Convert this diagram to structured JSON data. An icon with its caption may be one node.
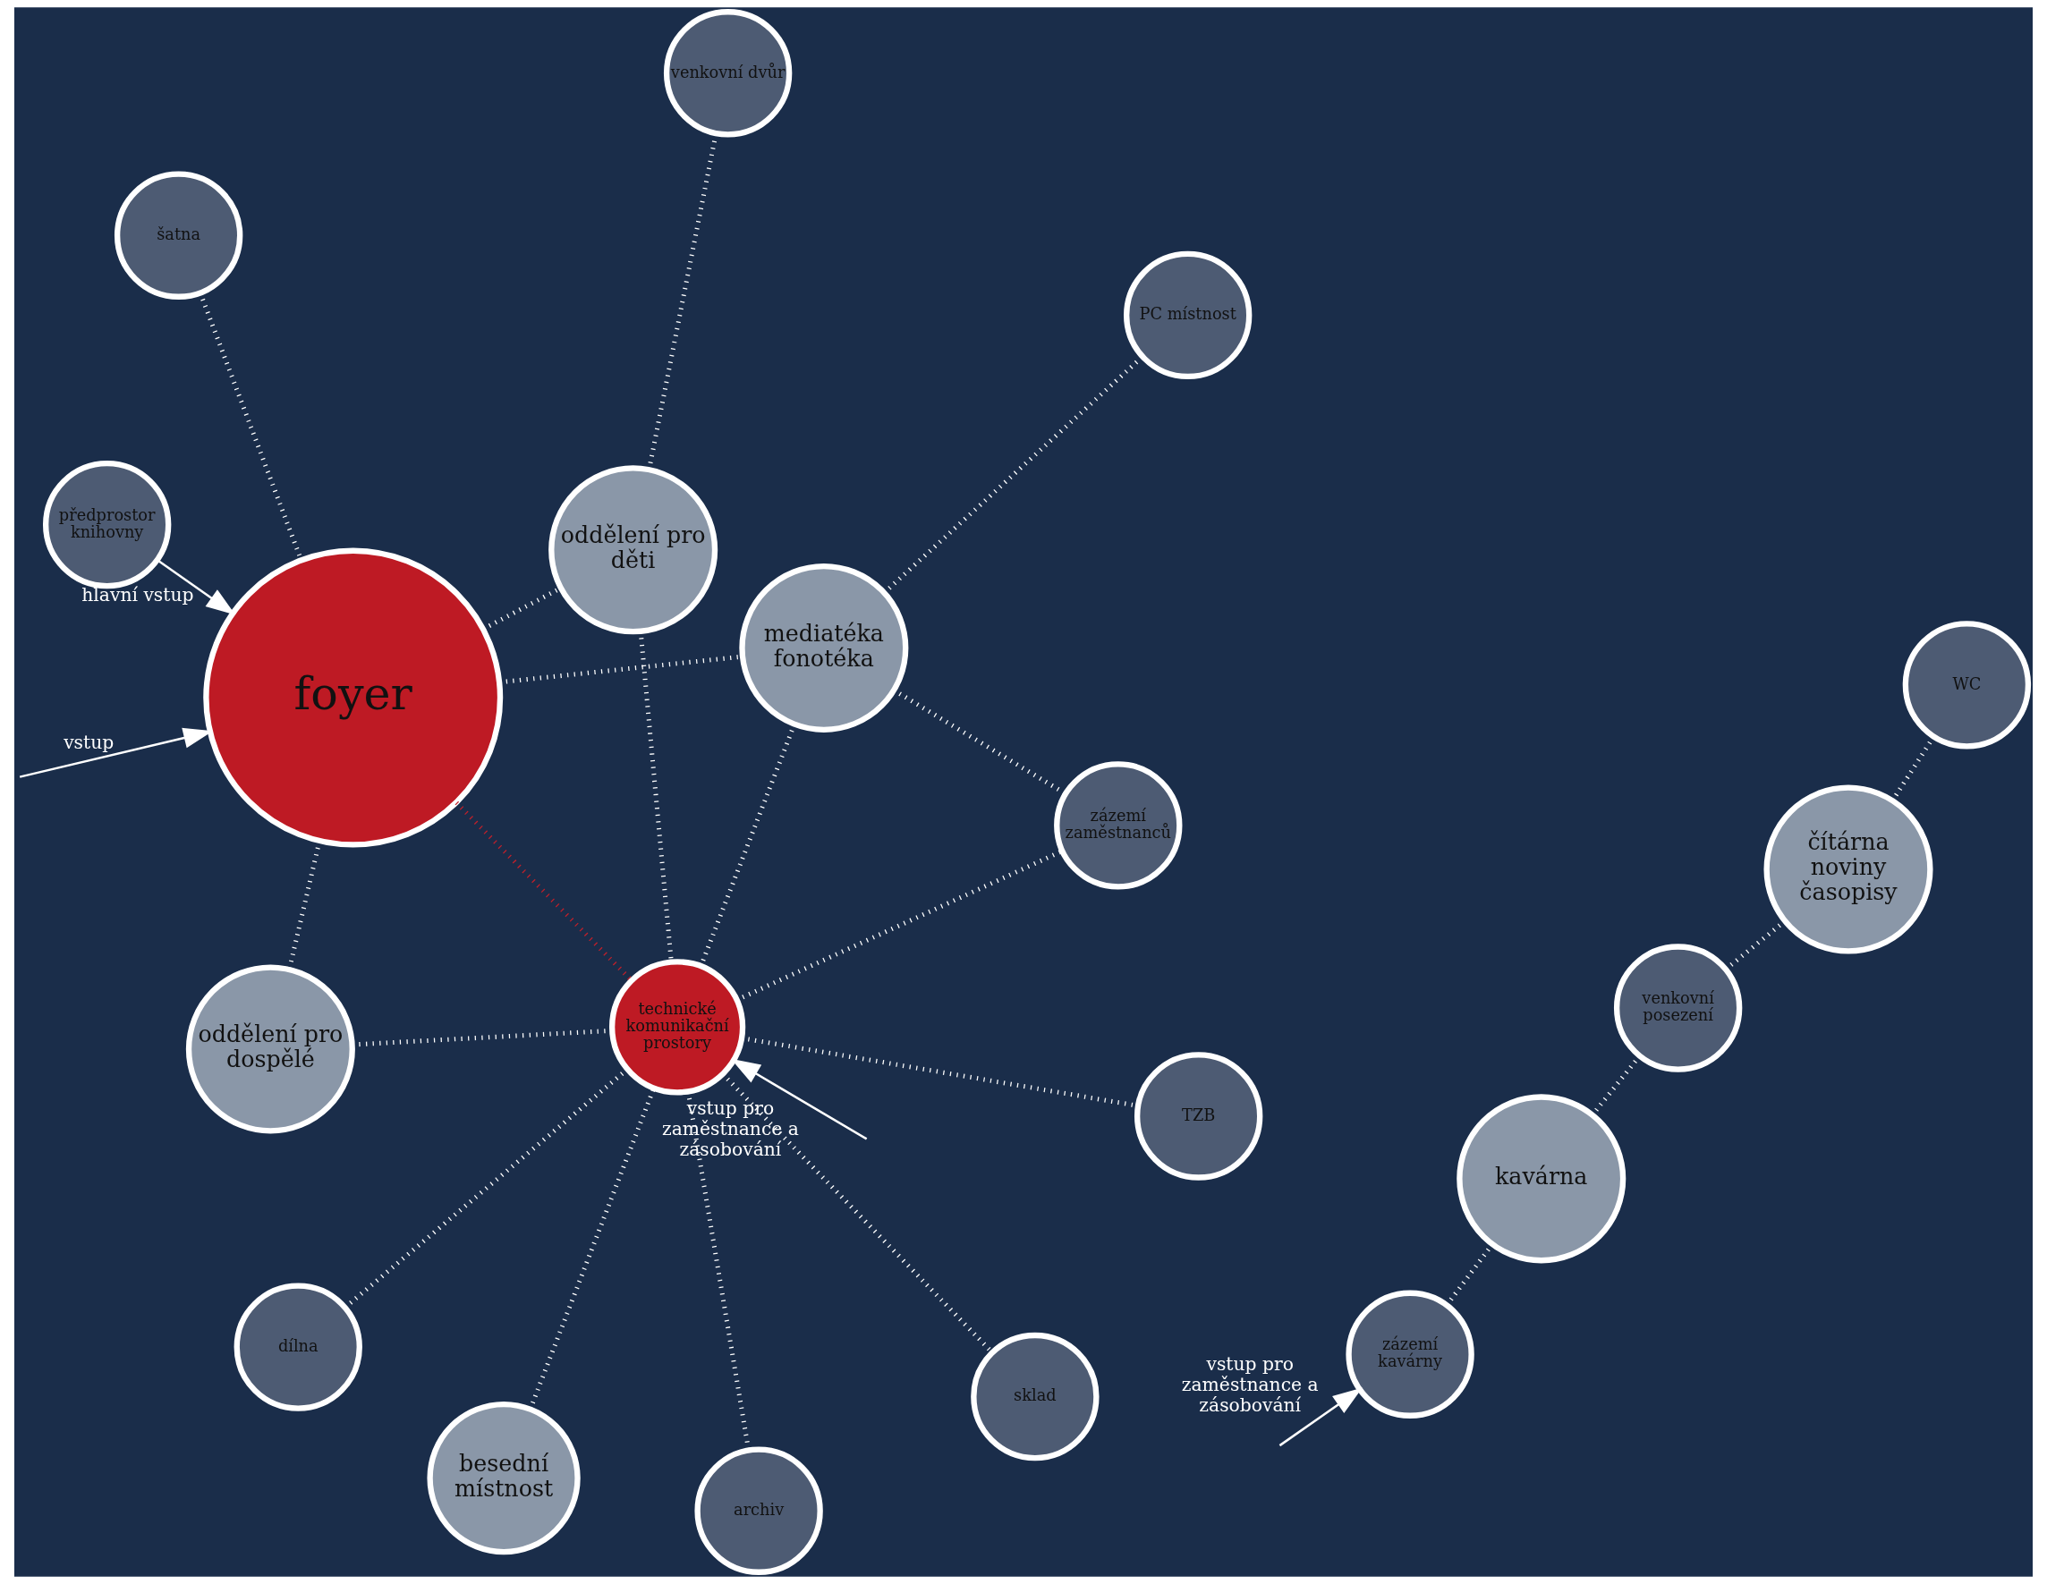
{
  "diagram": {
    "nodes": [
      {
        "text": [
          "foyer"
        ]
      },
      {
        "text": [
          "kavárna"
        ]
      },
      {
        "text": [
          "čítárna noviny časopisy"
        ]
      },
      {
        "text": [
          "zázemí kavárny"
        ]
      },
      {
        "text": [
          "venkovní posezení"
        ]
      },
      {
        "text": [
          "WC"
        ]
      },
      {
        "text": [
          "šatna"
        ]
      },
      {
        "text": [
          "předprostor knihovny"
        ]
      },
      {
        "text": [
          "oddělení pro děti"
        ]
      },
      {
        "text": [
          "venkovní dvůr"
        ]
      },
      {
        "text": [
          "oddělení pro dospělé"
        ]
      },
      {
        "text": [
          "besední místnost"
        ]
      },
      {
        "text": [
          "mediatéka fonotéka"
        ]
      },
      {
        "text": [
          "technické komunikační prostory"
        ]
      },
      {
        "text": [
          "sklad"
        ]
      },
      {
        "text": [
          "archiv"
        ]
      },
      {
        "text": [
          "dílna"
        ]
      },
      {
        "text": [
          "TZB"
        ]
      },
      {
        "text": [
          "zázemí zaměstnanců"
        ]
      },
      {
        "text": [
          "PC místnost"
        ]
      }
    ],
    "edges": [
      {
        "from": null,
        "to": 3,
        "arrow": "to",
        "label": "vstup pro zaměstnance a zásobování"
      },
      {
        "from": null,
        "to": 0,
        "arrow": "to",
        "label": "vstup"
      },
      {
        "from": 7,
        "to": 0,
        "arrow": "to",
        "label": "hlavní vstup"
      },
      {
        "from": null,
        "to": 13,
        "arrow": "to",
        "label": "vstup pro zaměstnance a zásobování"
      },
      {
        "from": 3,
        "to": 1,
        "arrow": "none",
        "style": "dashed"
      },
      {
        "from": 4,
        "to": 1,
        "arrow": "none",
        "style": "dashed"
      },
      {
        "from": 4,
        "to": 2,
        "arrow": "none",
        "style": "dashed"
      },
      {
        "from": 5,
        "to": 2,
        "arrow": "none",
        "style": "dashed"
      },
      {
        "from": 6,
        "to": 0,
        "arrow": "none",
        "style": "dashed"
      },
      {
        "from": 0,
        "to": 8,
        "arrow": "none",
        "style": "dashed"
      },
      {
        "from": 8,
        "to": 9,
        "arrow": "none",
        "style": "dashed"
      },
      {
        "from": 8,
        "to": 13,
        "arrow": "none",
        "style": "dashed"
      },
      {
        "from": 0,
        "to": 10,
        "arrow": "none",
        "style": "dashed"
      },
      {
        "from": 10,
        "to": 13,
        "arrow": "none",
        "style": "dashed"
      },
      {
        "from": 0,
        "to": 13,
        "arrow": "none",
        "style": "dashed",
        "color": "#c0202a"
      },
      {
        "from": 11,
        "to": 13,
        "arrow": "none",
        "style": "dashed"
      },
      {
        "from": 0,
        "to": 12,
        "arrow": "none",
        "style": "dashed"
      },
      {
        "from": 12,
        "to": 13,
        "arrow": "none",
        "style": "dashed"
      },
      {
        "from": 12,
        "to": 18,
        "arrow": "none",
        "style": "dashed"
      },
      {
        "from": 12,
        "to": 19,
        "arrow": "none",
        "style": "dashed"
      },
      {
        "from": 13,
        "to": 14,
        "arrow": "none",
        "style": "dashed"
      },
      {
        "from": 13,
        "to": 15,
        "arrow": "none",
        "style": "dashed"
      },
      {
        "from": 13,
        "to": 16,
        "arrow": "none",
        "style": "dashed"
      },
      {
        "from": 13,
        "to": 17,
        "arrow": "none",
        "style": "dashed"
      },
      {
        "from": 13,
        "to": 18,
        "arrow": "none",
        "style": "dashed"
      }
    ]
  }
}
